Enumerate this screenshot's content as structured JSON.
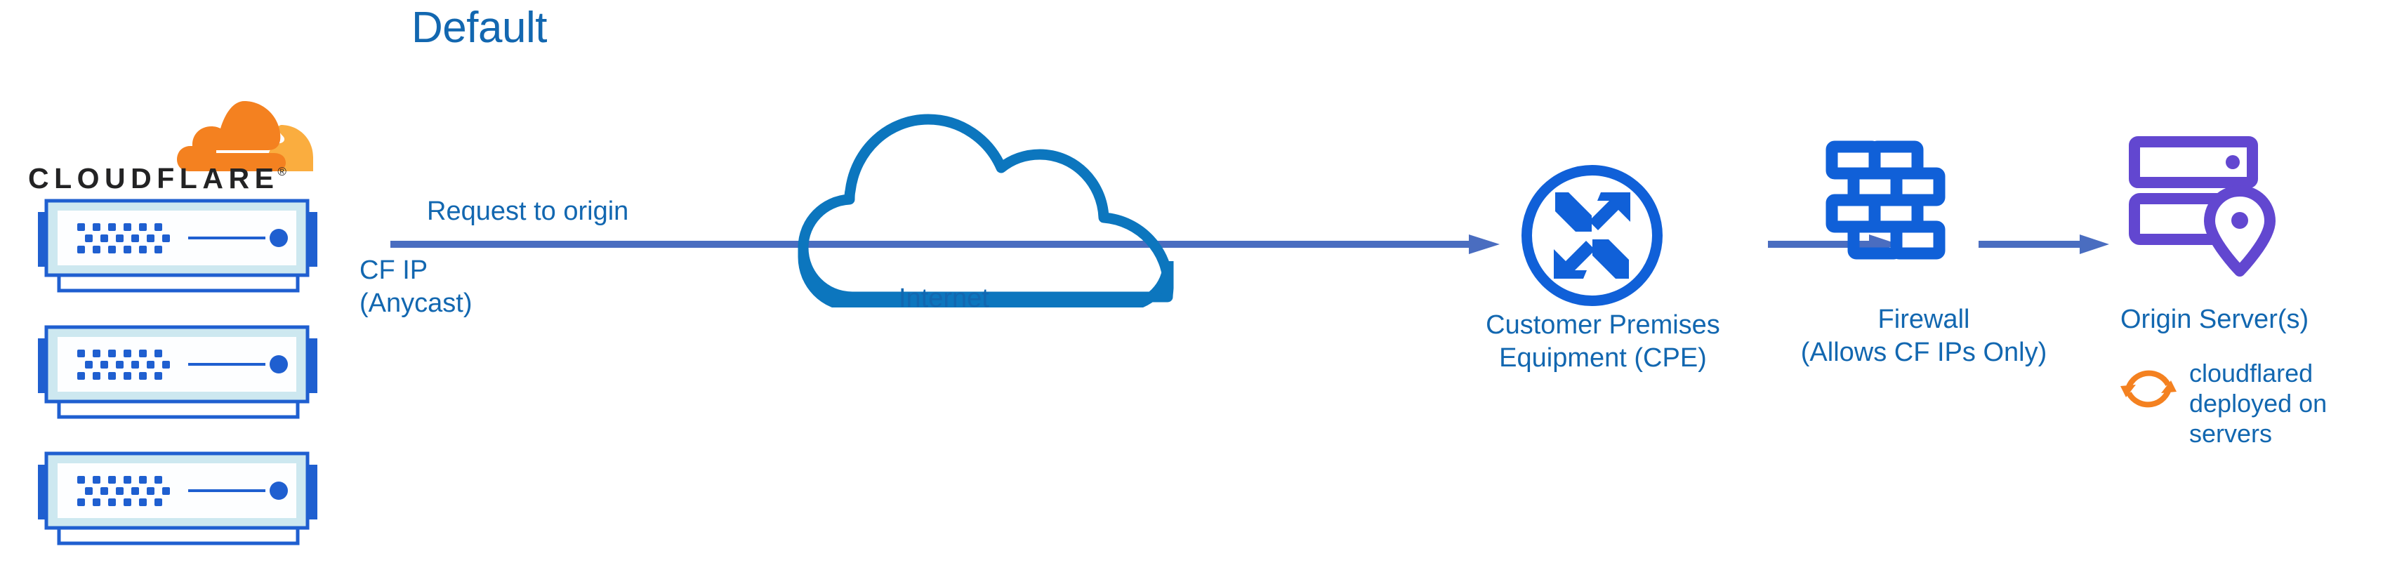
{
  "title": "Default",
  "colors": {
    "title_blue": "#1267B0",
    "label_blue": "#1267B0",
    "cloud_outline_blue": "#0C76BE",
    "node_blue": "#1060D8",
    "connector_blue": "#4A6DC0",
    "origin_purple": "#6247D0",
    "cloudflare_orange": "#F48120",
    "cloudflare_light_orange": "#FAAD3F",
    "wordmark_black": "#232324",
    "switch_frame_blue": "#1F5FD0",
    "switch_body_light": "#CDE8F0",
    "switch_panel_white": "#FDFEFF",
    "switch_port_blue": "#1F5FD0"
  },
  "brand": {
    "wordmark": "CLOUDFLARE",
    "trademark": "®",
    "logo_icon": "cloudflare-cloud-icon"
  },
  "devices": {
    "switch_count": 3,
    "switch_icon": "network-switch-icon",
    "port_rows": 3,
    "ports_per_row": 6
  },
  "labels": {
    "request_to_origin": "Request to origin",
    "cf_ip": "CF IP\n(Anycast)",
    "internet": "Internet",
    "cpe": "Customer Premises\nEquipment (CPE)",
    "firewall": "Firewall\n(Allows CF IPs Only)",
    "origin_server": "Origin Server(s)",
    "cloudflared": "cloudflared\ndeployed on\nservers"
  },
  "icons": {
    "internet": "cloud-outline-icon",
    "cpe": "router-arrows-circle-icon",
    "firewall": "brick-wall-icon",
    "origin": "server-stack-location-pin-icon",
    "cloudflared": "sync-arrows-circular-icon"
  },
  "connectors": [
    {
      "name": "cloudflare-to-cpe",
      "label": "Request to origin",
      "direction": "right"
    },
    {
      "name": "cpe-to-firewall",
      "label": "",
      "direction": "right"
    },
    {
      "name": "firewall-to-origin",
      "label": "",
      "direction": "right"
    }
  ],
  "flow": {
    "nodes": [
      "Cloudflare Edge",
      "Internet",
      "Customer Premises Equipment (CPE)",
      "Firewall (Allows CF IPs Only)",
      "Origin Server(s)"
    ]
  }
}
